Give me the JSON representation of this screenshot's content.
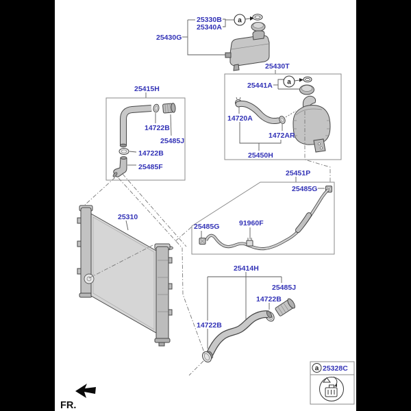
{
  "diagram": {
    "type": "parts-diagram",
    "fr_indicator": "FR.",
    "colors": {
      "part_number_text": "#3232b6",
      "canvas_background": "#ffffff",
      "matte_background": "#000000"
    },
    "assemblies": {
      "reservoir": {
        "callout": "a",
        "cap": "25330B",
        "gasket": "25340A",
        "tank": "25430G"
      },
      "reservoir_tank_assy": {
        "assy": "25430T",
        "callout": "a",
        "cap": "25441A",
        "clamp_left": "14720A",
        "clamp_right": "1472AR",
        "hose": "25450H"
      },
      "upper_hose": {
        "assy": "25415H",
        "clamp_top": "14722B",
        "fitting": "25485J",
        "clamp_mid": "14722B",
        "elbow": "25485F"
      },
      "radiator": {
        "radiator": "25310"
      },
      "degas_hose": {
        "assy": "25451P",
        "clamp_right": "25485G",
        "clamp_left": "25485G",
        "bracket": "91960F"
      },
      "lower_hose": {
        "assy": "25414H",
        "fitting": "25485J",
        "clamp_right": "14722B",
        "clamp_left": "14722B"
      },
      "legend": {
        "callout": "a",
        "part": "25328C"
      }
    }
  }
}
